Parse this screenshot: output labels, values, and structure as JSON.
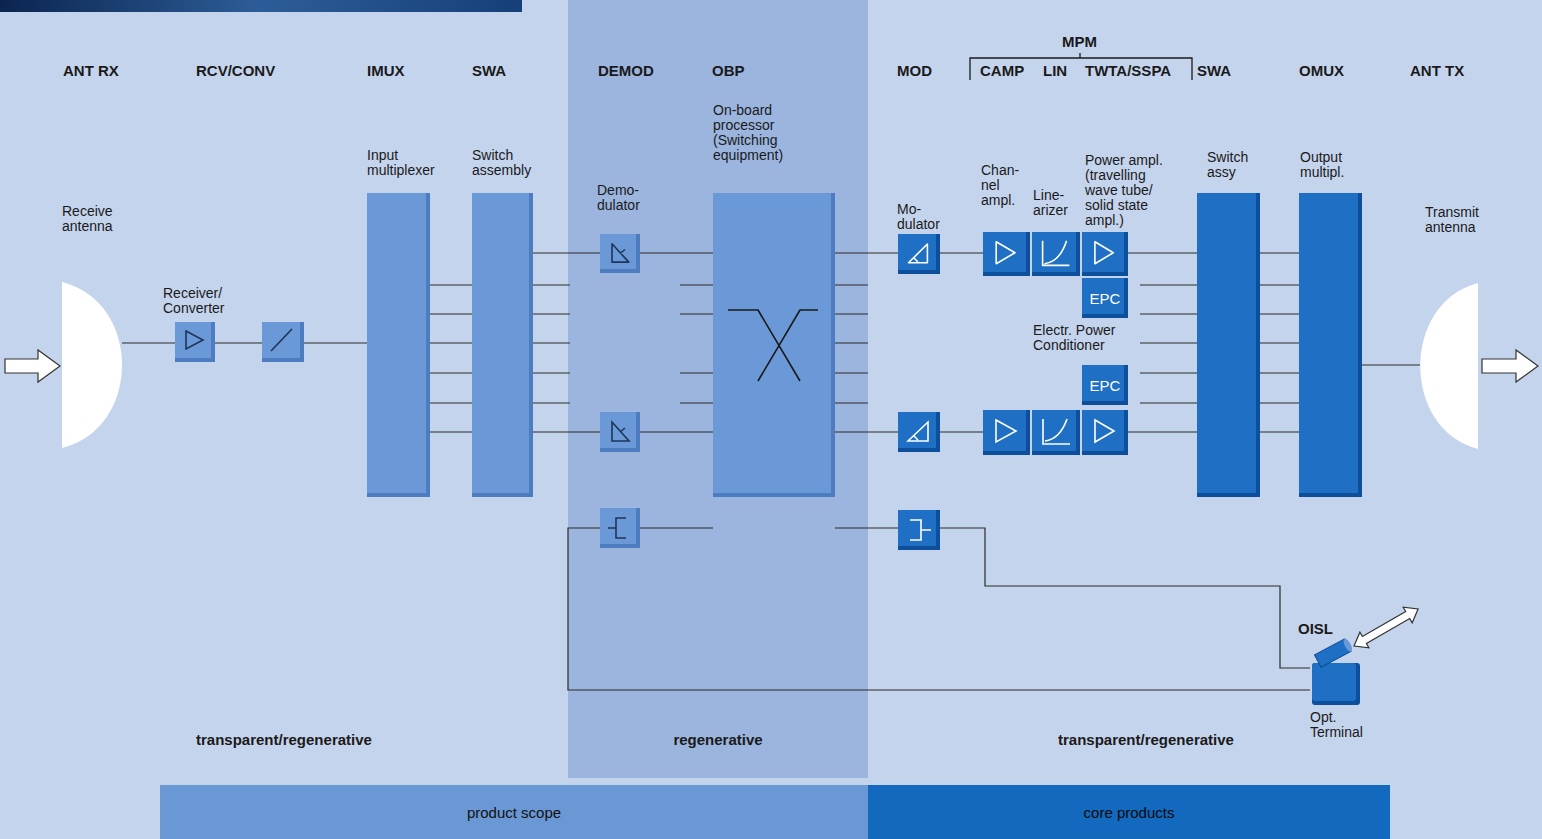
{
  "diagram": {
    "nodes": [
      {
        "text": [
          "Receive antenna"
        ]
      },
      {
        "text": [
          "Receiver/ Converter"
        ]
      },
      {
        "text": [
          "Input multiplexer"
        ]
      },
      {
        "text": [
          "Switch assembly"
        ]
      },
      {
        "text": [
          "regenerative"
        ]
      },
      {
        "text": [
          "Demo- dulator"
        ],
        "in": 4
      },
      {
        "text": [
          "On-board processor (Switching equipment)"
        ],
        "in": 4
      },
      {
        "text": [
          "Mo- dulator"
        ]
      },
      {
        "text": [
          "Chan- nel ampl."
        ]
      },
      {
        "text": [
          "Line- arizer"
        ]
      },
      {
        "text": [
          "Power ampl. (travelling wave tube/ solid state ampl.)"
        ]
      },
      {
        "text": [
          "EPC"
        ]
      },
      {
        "text": [
          "EPC"
        ]
      },
      {
        "text": [
          "Switch assy"
        ]
      },
      {
        "text": [
          "Output multipl."
        ]
      },
      {
        "text": [
          "Transmit antenna"
        ]
      },
      {
        "text": [
          "Opt. Terminal"
        ]
      },
      {
        "text": [
          "product scope"
        ]
      },
      {
        "text": [
          "core products"
        ]
      }
    ],
    "edges": [
      {
        "from": 0,
        "to": 1,
        "arrow": "none"
      },
      {
        "from": 1,
        "to": 2,
        "arrow": "none"
      },
      {
        "from": 2,
        "to": 3,
        "arrow": "none"
      },
      {
        "from": 2,
        "to": 3,
        "arrow": "none"
      },
      {
        "from": 2,
        "to": 3,
        "arrow": "none"
      },
      {
        "from": 2,
        "to": 3,
        "arrow": "none"
      },
      {
        "from": 2,
        "to": 3,
        "arrow": "none"
      },
      {
        "from": 2,
        "to": 3,
        "arrow": "none"
      },
      {
        "from": 3,
        "to": 5,
        "arrow": "none"
      },
      {
        "from": 5,
        "to": 6,
        "arrow": "none"
      },
      {
        "from": 6,
        "to": 7,
        "arrow": "none"
      },
      {
        "from": 7,
        "to": 8,
        "arrow": "none"
      },
      {
        "from": 10,
        "to": 13,
        "arrow": "none"
      },
      {
        "from": 13,
        "to": 14,
        "arrow": "none"
      },
      {
        "from": 13,
        "to": 14,
        "arrow": "none"
      },
      {
        "from": 13,
        "to": 14,
        "arrow": "none"
      },
      {
        "from": 13,
        "to": 14,
        "arrow": "none"
      },
      {
        "from": 13,
        "to": 14,
        "arrow": "none"
      },
      {
        "from": 13,
        "to": 14,
        "arrow": "none"
      },
      {
        "from": 13,
        "to": 14,
        "arrow": "none"
      },
      {
        "from": 14,
        "to": 15,
        "arrow": "none"
      }
    ],
    "labels": [
      "MPM",
      "ANT RX",
      "RCV/CONV",
      "IMUX",
      "SWA",
      "DEMOD",
      "OBP",
      "MOD",
      "CAMP",
      "LIN",
      "TWTA/SSPA",
      "SWA",
      "OMUX",
      "ANT TX",
      "Electr. Power Conditioner",
      "OISL",
      "transparent/regenerative",
      "transparent/regenerative"
    ]
  }
}
